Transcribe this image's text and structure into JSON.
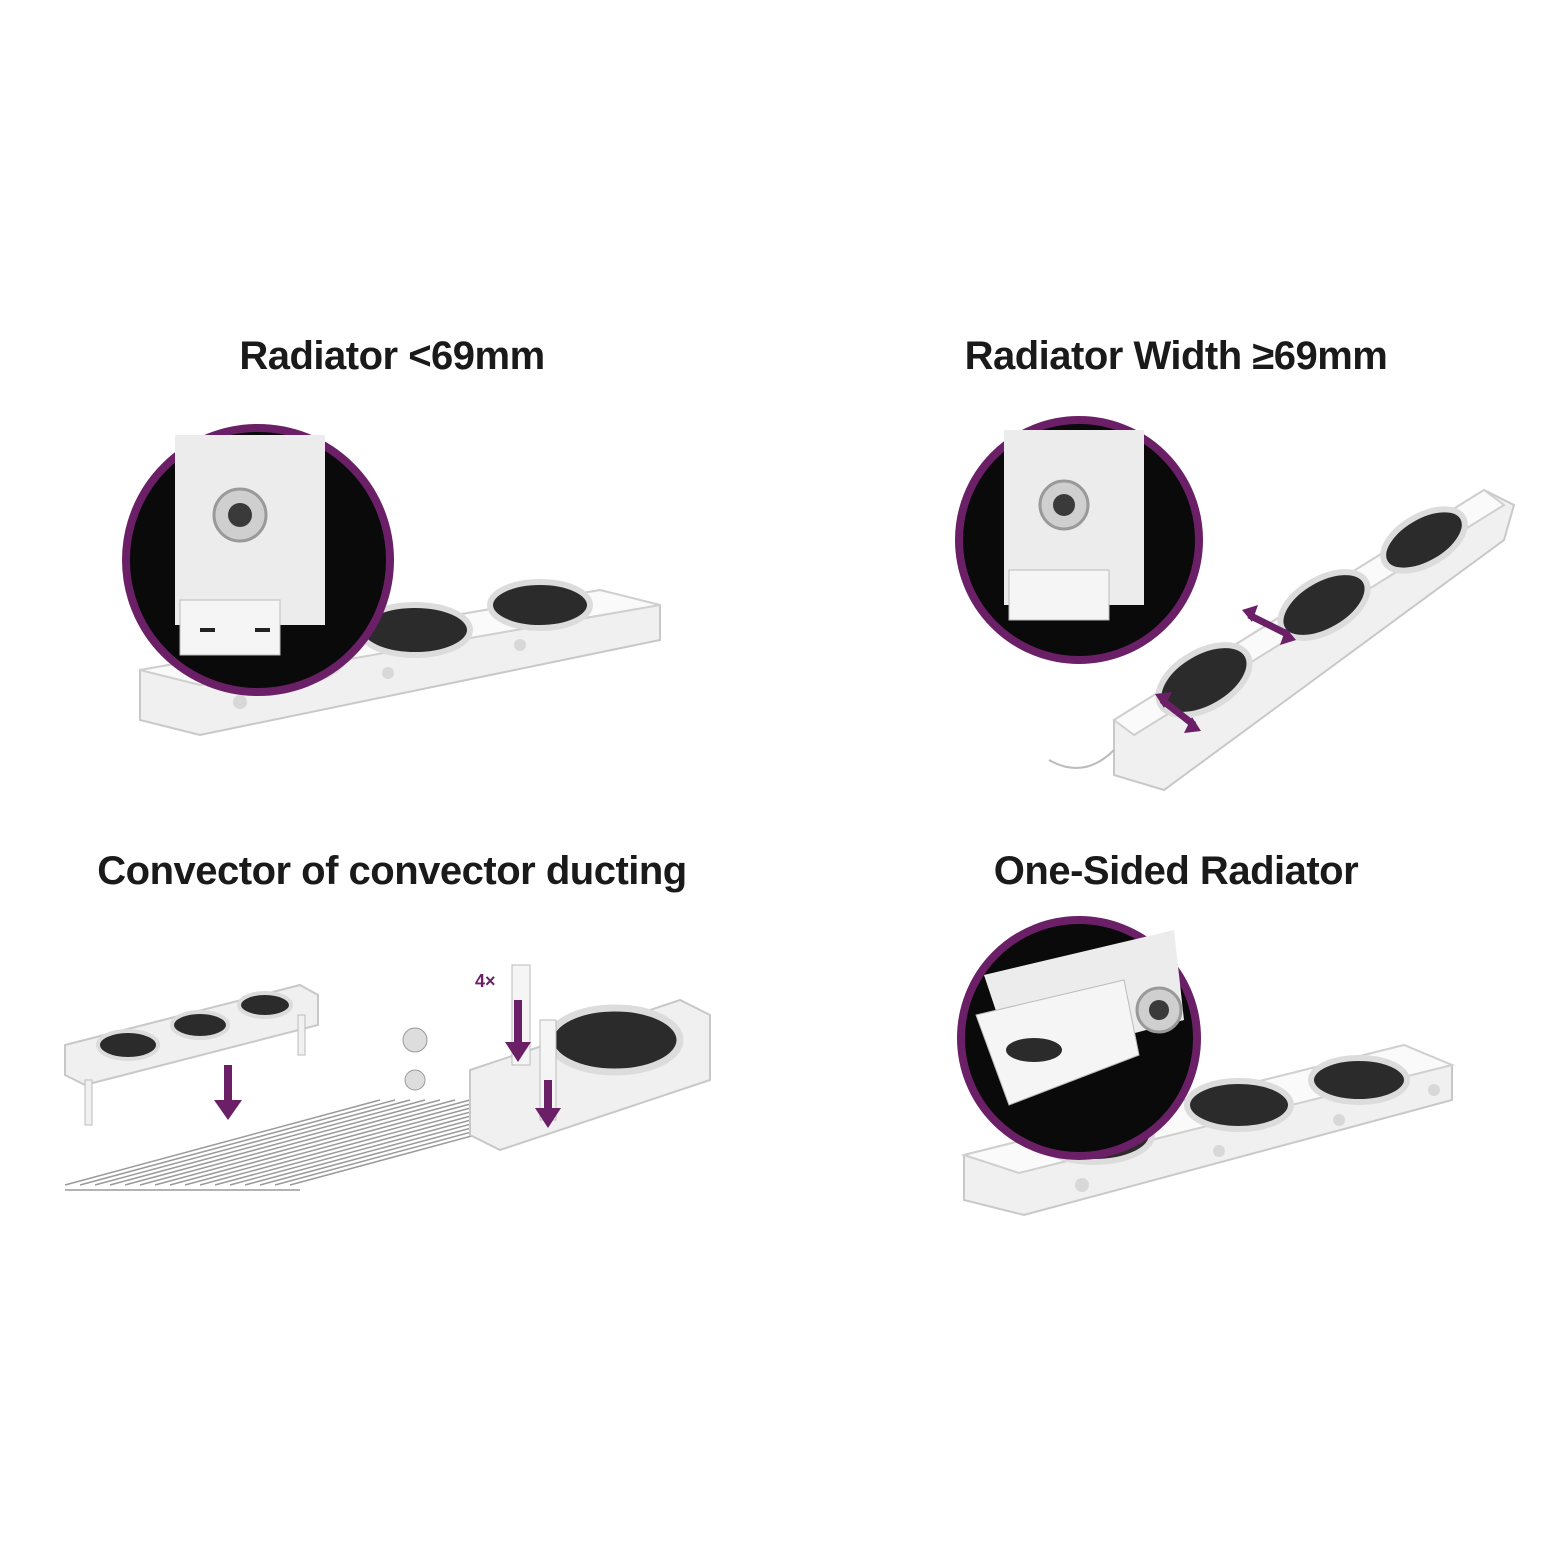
{
  "panels": [
    {
      "id": "tl",
      "title": "Radiator <69mm"
    },
    {
      "id": "tr",
      "title": "Radiator Width ≥69mm"
    },
    {
      "id": "bl",
      "title": "Convector of convector ducting",
      "step_label": "4×"
    },
    {
      "id": "br",
      "title": "One-Sided Radiator"
    }
  ],
  "colors": {
    "accent": "#6b1f66",
    "circle_bg": "#0a0a0a",
    "device": "#f2f2f2",
    "fan_dark": "#2b2b2b"
  }
}
